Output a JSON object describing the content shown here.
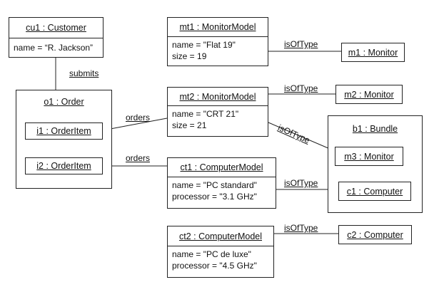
{
  "objects": {
    "cu1": {
      "title": "cu1 : Customer",
      "attrs": [
        "name = “R. Jackson”"
      ]
    },
    "o1": {
      "title": "o1 : Order"
    },
    "i1": {
      "title": "i1 : OrderItem"
    },
    "i2": {
      "title": "i2 : OrderItem"
    },
    "mt1": {
      "title": "mt1 : MonitorModel",
      "attrs": [
        "name = \"Flat 19\"",
        "size = 19"
      ]
    },
    "mt2": {
      "title": "mt2 : MonitorModel",
      "attrs": [
        "name = \"CRT 21\"",
        "size = 21"
      ]
    },
    "ct1": {
      "title": "ct1 : ComputerModel",
      "attrs": [
        "name = \"PC standard\"",
        "processor = \"3.1 GHz\""
      ]
    },
    "ct2": {
      "title": "ct2 : ComputerModel",
      "attrs": [
        "name = \"PC de luxe\"",
        "processor = \"4.5 GHz\""
      ]
    },
    "m1": {
      "title": "m1 : Monitor"
    },
    "m2": {
      "title": "m2 : Monitor"
    },
    "b1": {
      "title": "b1 : Bundle"
    },
    "m3": {
      "title": "m3 : Monitor"
    },
    "c1": {
      "title": "c1 : Computer"
    },
    "c2": {
      "title": "c2 : Computer"
    }
  },
  "links": {
    "submits": "submits",
    "orders1": "orders",
    "orders2": "orders",
    "isOfType1": "isOfType",
    "isOfType2": "isOfType",
    "isOfType3": "isOfType",
    "isOfType4": "isOfType",
    "isOfType5": "isOfType"
  }
}
